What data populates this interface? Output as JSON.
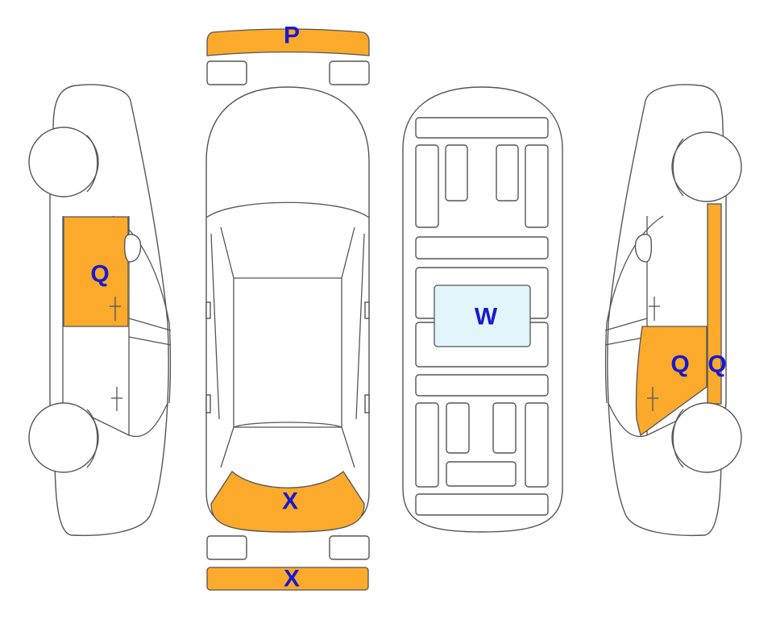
{
  "colors": {
    "damage_fill": "#FBAA2C",
    "glass_fill": "#E2F5FB",
    "label_color": "#1A1ACC",
    "outline": "#555555"
  },
  "labels": {
    "front_bumper": "P",
    "rear_bumper": "X",
    "rear_deck": "X",
    "left_rear_door": "Q",
    "right_front_door": "Q",
    "right_pillar": "Q",
    "roof_panel": "W"
  }
}
